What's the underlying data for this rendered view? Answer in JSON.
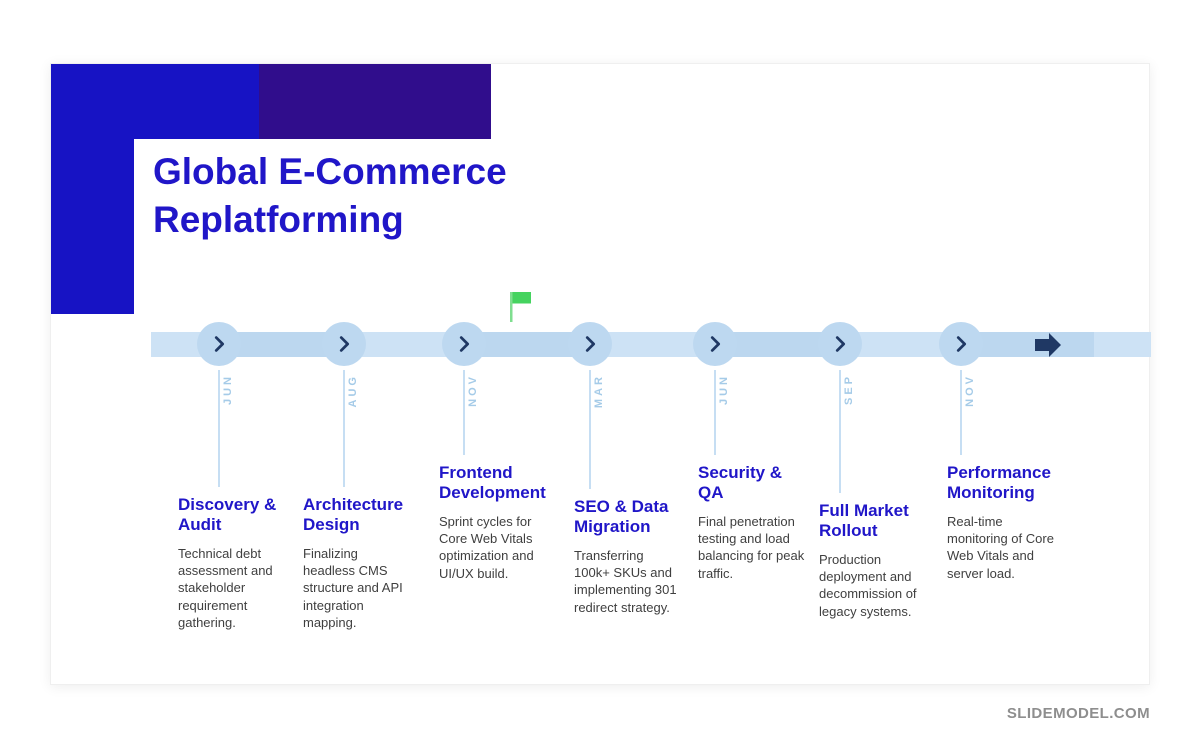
{
  "slide": {
    "title_line1": "Global E-Commerce",
    "title_line2": "Replatforming"
  },
  "footer": {
    "brand": "SLIDEMODEL.COM"
  },
  "colors": {
    "accent_blue": "#2016C8",
    "decor_blue": "#1713C4",
    "decor_purple": "#300D8C",
    "timeline_bar_light": "#CDE2F5",
    "timeline_bar_alt": "#BCD7EF",
    "node_fill": "#BDD8F0",
    "chevron_navy": "#1F3864",
    "month_label_blue": "#A5CBE8",
    "flag_green": "#45D35F",
    "body_text": "#3F3F3F"
  },
  "icons": {
    "node_icon": "chevron-right-icon",
    "bar_end_icon": "arrow-right-icon",
    "highlight_icon": "flag-icon"
  },
  "timeline": {
    "milestones": [
      {
        "month": "JUN",
        "title": "Discovery & Audit",
        "description": "Technical debt assessment and stakeholder requirement gathering."
      },
      {
        "month": "AUG",
        "title": "Architecture Design",
        "description": "Finalizing headless CMS structure and API integration mapping."
      },
      {
        "month": "NOV",
        "title": "Frontend Development",
        "description": "Sprint cycles for Core Web Vitals optimization and UI/UX build."
      },
      {
        "month": "MAR",
        "title": "SEO & Data Migration",
        "description": "Transferring 100k+ SKUs and implementing 301 redirect strategy."
      },
      {
        "month": "JUN",
        "title": "Security & QA",
        "description": "Final penetration testing and load balancing for peak traffic."
      },
      {
        "month": "SEP",
        "title": "Full Market Rollout",
        "description": "Production deployment and decommission of legacy systems."
      },
      {
        "month": "NOV",
        "title": "Performance Monitoring",
        "description": "Real-time monitoring of Core Web Vitals and server load."
      }
    ]
  }
}
